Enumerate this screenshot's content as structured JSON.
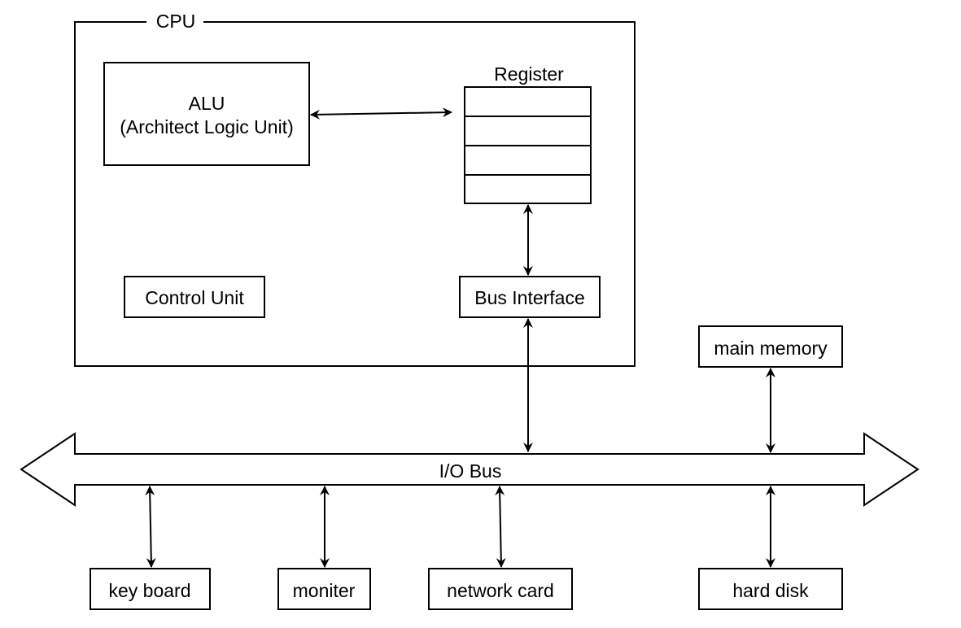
{
  "cpu": {
    "label": "CPU"
  },
  "alu": {
    "line1": "ALU",
    "line2": "(Architect Logic Unit)"
  },
  "register": {
    "label": "Register"
  },
  "control_unit": {
    "label": "Control Unit"
  },
  "bus_interface": {
    "label": "Bus Interface"
  },
  "main_memory": {
    "label": "main memory"
  },
  "io_bus": {
    "label": "I/O Bus"
  },
  "devices": {
    "keyboard": "key board",
    "monitor": "moniter",
    "network_card": "network card",
    "hard_disk": "hard disk"
  }
}
